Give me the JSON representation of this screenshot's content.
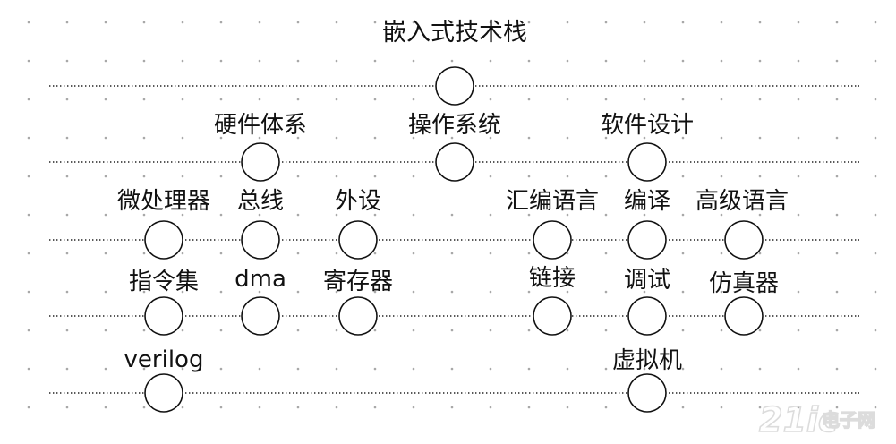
{
  "title": "嵌入式技术栈",
  "nodes": {
    "root": "",
    "hardware": "硬件体系",
    "os": "操作系统",
    "software": "软件设计",
    "microprocessor": "微处理器",
    "bus": "总线",
    "peripheral": "外设",
    "assembly": "汇编语言",
    "compile": "编译",
    "high_level_lang": "高级语言",
    "instruction_set": "指令集",
    "dma": "dma",
    "register": "寄存器",
    "link": "链接",
    "debug": "调试",
    "emulator": "仿真器",
    "verilog": "verilog",
    "vm": "虚拟机"
  },
  "watermark": {
    "logo": "21ic",
    "text": "电子网"
  },
  "colors": {
    "stroke": "#111111",
    "grid_dot": "#a8a8a8",
    "watermark": "#d9d9d9"
  }
}
